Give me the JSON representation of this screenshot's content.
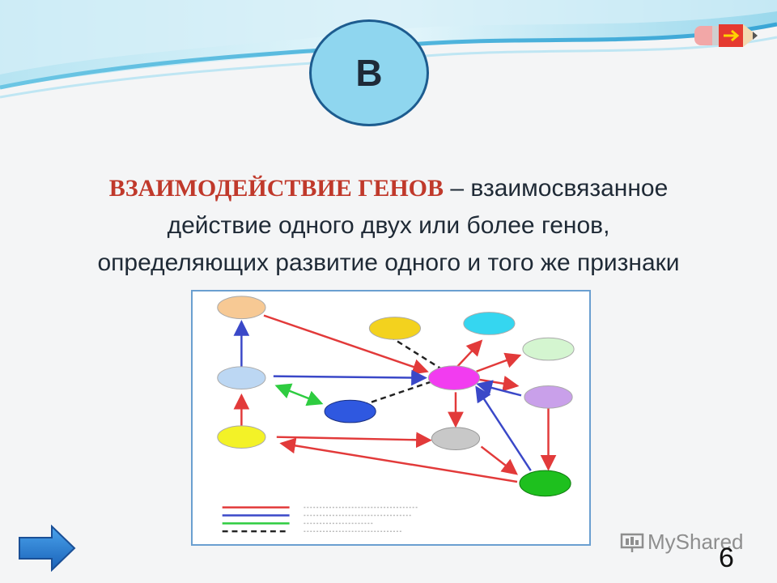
{
  "badge": {
    "letter": "В"
  },
  "definition": {
    "term": "ВЗАИМОДЕЙСТВИЕ ГЕНОВ",
    "line1_rest": " – взаимосвязанное",
    "line2": "действие одного двух или более генов,",
    "line3": "определяющих развитие одного и того же признаки"
  },
  "watermark": {
    "text": "MyShared"
  },
  "page": {
    "number": "6"
  },
  "colors": {
    "term": "#c0392b",
    "badge_fill": "#8fd6ef",
    "badge_border": "#1d5c8f",
    "diagram_border": "#6a9fd0",
    "nav_arrow": "#1f78c8"
  },
  "icons": {
    "pencil": "pencil-icon",
    "nav": "arrow-right-icon",
    "watermark": "presentation-icon"
  }
}
